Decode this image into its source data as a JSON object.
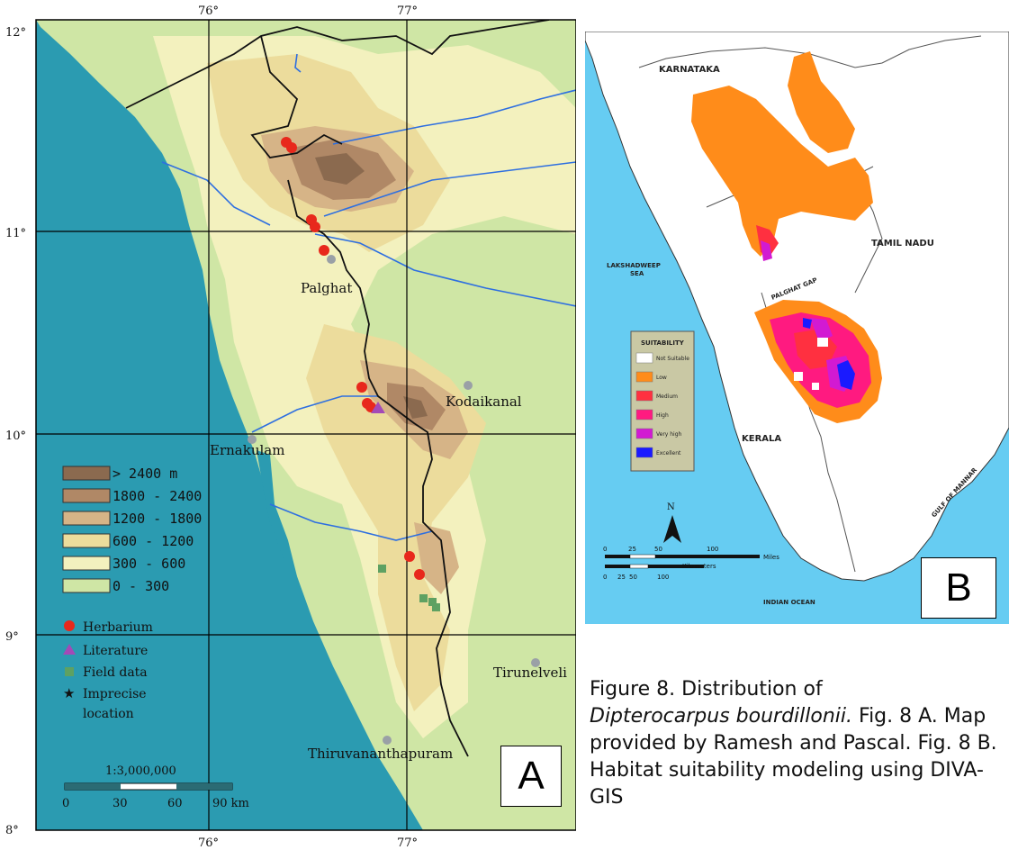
{
  "mapA": {
    "lon_labels": [
      "76°",
      "77°"
    ],
    "lat_labels": [
      "12°",
      "11°",
      "10°",
      "9°",
      "8°"
    ],
    "places": {
      "palghat": "Palghat",
      "kodaikanal": "Kodaikanal",
      "ernakulam": "Ernakulam",
      "tirunelveli": "Tirunelveli",
      "thiruvananthapuram": "Thiruvananthapuram"
    },
    "elevation_legend": [
      {
        "label": "> 2400 m",
        "color": "#8b6a4f"
      },
      {
        "label": "1800 - 2400",
        "color": "#b08866"
      },
      {
        "label": "1200 - 1800",
        "color": "#d6b487"
      },
      {
        "label": "600 - 1200",
        "color": "#ecdc9c"
      },
      {
        "label": "300 - 600",
        "color": "#f3f1be"
      },
      {
        "label": "0 - 300",
        "color": "#cfe6a5"
      }
    ],
    "symbol_legend": [
      {
        "label": "Herbarium",
        "color": "#e8281c"
      },
      {
        "label": "Literature",
        "color": "#a34ab7"
      },
      {
        "label": "Field data",
        "color": "#5ea162"
      },
      {
        "label": "Imprecise",
        "color": "#000000"
      },
      {
        "label": "location",
        "color": ""
      }
    ],
    "scale_ratio": "1:3,000,000",
    "scale_ticks": [
      "0",
      "30",
      "60",
      "90 km"
    ],
    "panel_letter": "A"
  },
  "mapB": {
    "regions": {
      "karnataka": "KARNATAKA",
      "tamil_nadu": "TAMIL NADU",
      "kerala": "KERALA",
      "lakshadweep": "LAKSHADWEEP",
      "sea": "SEA",
      "palghat_gap": "PALGHAT GAP",
      "gulf": "GULF OF MANNAR",
      "indian_ocean": "INDIAN OCEAN"
    },
    "legend_title": "SUITABILITY",
    "legend_items": [
      {
        "label": "Not Suitable",
        "color": "#ffffff"
      },
      {
        "label": "Low",
        "color": "#ff8c1a"
      },
      {
        "label": "Medium",
        "color": "#ff3040"
      },
      {
        "label": "High",
        "color": "#ff1a80"
      },
      {
        "label": "Very high",
        "color": "#d21ad2"
      },
      {
        "label": "Excellent",
        "color": "#1a1aff"
      }
    ],
    "north": "N",
    "miles_ticks": [
      "0",
      "25",
      "50",
      "100"
    ],
    "miles_unit": "Miles",
    "km_ticks": [
      "0",
      "25",
      "50",
      "100"
    ],
    "km_unit": "Kilometers",
    "panel_letter": "B"
  },
  "caption": {
    "prefix": "Figure 8. Distribution of",
    "species": "Dipterocarpus bourdillonii.",
    "rest": " Fig. 8 A. Map provided by Ramesh and Pascal. Fig. 8 B. Habitat suitability modeling using DIVA-GIS"
  }
}
